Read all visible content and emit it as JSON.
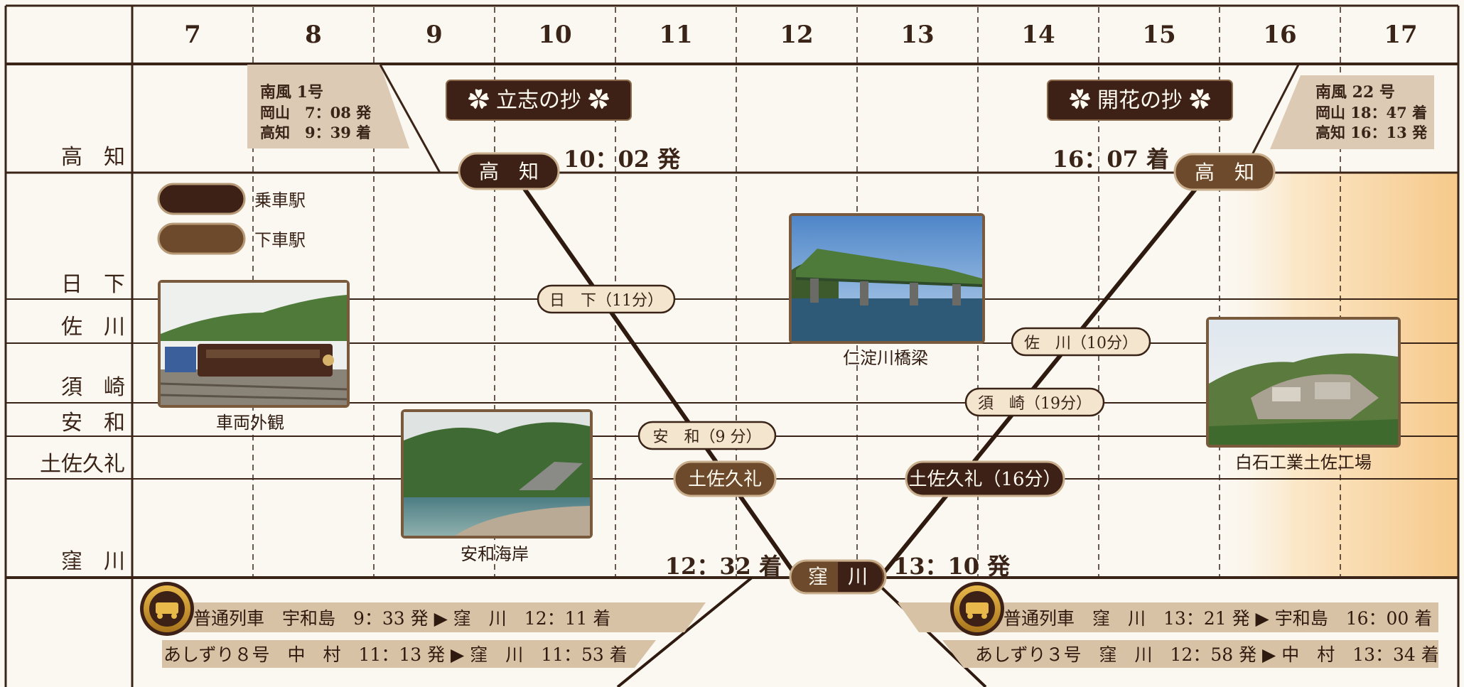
{
  "hours": [
    "7",
    "8",
    "9",
    "10",
    "11",
    "12",
    "13",
    "14",
    "15",
    "16",
    "17"
  ],
  "stations": [
    "高　知",
    "日　下",
    "佐　川",
    "須　崎",
    "安　和",
    "土佐久礼",
    "窪　川"
  ],
  "titles": {
    "left": "✿ 立志の抄 ✿",
    "right": "✿ 開花の抄 ✿"
  },
  "legend": {
    "boarding": "乗車駅",
    "alighting": "下車駅"
  },
  "connections": {
    "nankaze1": {
      "name": "南風 1号",
      "line1": "岡山　7：08 発",
      "line2": "高知　9：39 着"
    },
    "nankaze22": {
      "name": "南風 22 号",
      "line1": "岡山 18：47 着",
      "line2": "高知 16：13 発"
    }
  },
  "times": {
    "kochi_dep": "10：02 発",
    "kochi_arr": "16：07 着",
    "kubokawa_arr": "12：32 着",
    "kubokawa_dep": "13：10 発"
  },
  "stops": {
    "kochi_start": "高　知",
    "kusaka": "日　下（11分）",
    "awa": "安　和（9 分）",
    "tosakure1": "土佐久礼",
    "kubokawa": "窪　川",
    "tosakure2": "土佐久礼（16分）",
    "susaki": "須　崎（19分）",
    "sakawa": "佐　川（10分）",
    "kochi_end": "高　知"
  },
  "photos": {
    "exterior": "車両外観",
    "awa_coast": "安和海岸",
    "niyodo": "仁淀川橋梁",
    "shiraishi": "白石工業土佐工場"
  },
  "footer": {
    "l1": "普通列車　宇和島　9：33 発 ▶ 窪　川　12：11 着",
    "l2": "あしずり８号　中　村　11：13 発 ▶ 窪　川　11：53 着",
    "r1": "普通列車　窪　川　13：21 発 ▶ 宇和島　16：00 着",
    "r2": "あしずり３号　窪　川　12：58 発 ▶ 中　村　13：34 着"
  },
  "colors": {
    "dark": "#3d2116",
    "brown": "#6e4a2c",
    "beige": "#d8c2a5",
    "cream": "#f4e6ce",
    "orange": "#f6c98a"
  }
}
